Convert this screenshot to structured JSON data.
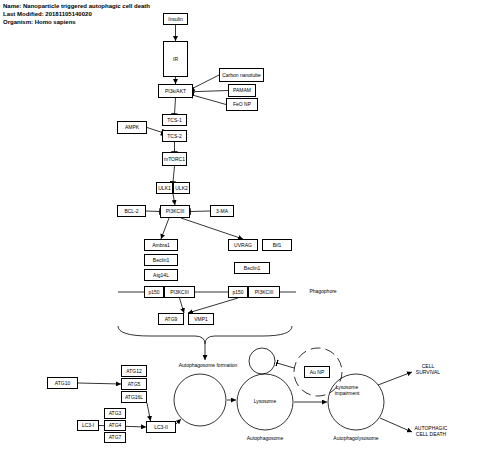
{
  "diagram": {
    "nodes": [
      {
        "text": [
          "Insulin"
        ]
      },
      {
        "text": [
          "IR"
        ]
      },
      {
        "text": [
          "PI3k/AKT"
        ]
      },
      {
        "text": [
          "Carbon nanotube"
        ]
      },
      {
        "text": [
          "PAMAM"
        ]
      },
      {
        "text": [
          "FeO NP"
        ]
      },
      {
        "text": [
          "AMPK"
        ]
      },
      {
        "text": [
          "TCS-1"
        ]
      },
      {
        "text": [
          "TCS-2"
        ]
      },
      {
        "text": [
          "mTORC1"
        ]
      },
      {
        "text": [
          "ULK1"
        ]
      },
      {
        "text": [
          "ULK2"
        ]
      },
      {
        "text": [
          "BCL-2"
        ]
      },
      {
        "text": [
          "PI3KCIII"
        ]
      },
      {
        "text": [
          "3-MA"
        ]
      },
      {
        "text": [
          "Ambra1"
        ]
      },
      {
        "text": [
          "Beclin1"
        ]
      },
      {
        "text": [
          "Atg14L"
        ]
      },
      {
        "text": [
          "p150"
        ]
      },
      {
        "text": [
          "PI3KCIII"
        ]
      },
      {
        "text": [
          "UVRAG"
        ]
      },
      {
        "text": [
          "Bif1"
        ]
      },
      {
        "text": [
          "Beclin1"
        ]
      },
      {
        "text": [
          "p150"
        ]
      },
      {
        "text": [
          "PI3KCIII"
        ]
      },
      {
        "text": [
          "ATG9"
        ]
      },
      {
        "text": [
          "VMP1"
        ]
      },
      {
        "text": [
          "Au NP"
        ]
      },
      {
        "text": [
          "ATG12"
        ]
      },
      {
        "text": [
          "ATG10"
        ]
      },
      {
        "text": [
          "ATG5"
        ]
      },
      {
        "text": [
          "ATG16L"
        ]
      },
      {
        "text": [
          "ATG3"
        ]
      },
      {
        "text": [
          "LC3-I"
        ]
      },
      {
        "text": [
          "ATG4"
        ]
      },
      {
        "text": [
          "ATG7"
        ]
      },
      {
        "text": [
          "LC3-II"
        ]
      }
    ],
    "edges": [
      {
        "from": 0,
        "to": 1,
        "arrow": "to"
      },
      {
        "from": 1,
        "to": 2,
        "arrow": "to"
      },
      {
        "from": 3,
        "to": 2,
        "arrow": "to"
      },
      {
        "from": 4,
        "to": 2,
        "arrow": "to"
      },
      {
        "from": 5,
        "to": 2,
        "arrow": "to"
      },
      {
        "from": 2,
        "to": 7,
        "arrow": "to"
      },
      {
        "from": 6,
        "to": 8,
        "arrow": "to"
      },
      {
        "from": 8,
        "to": 9,
        "arrow": "to"
      },
      {
        "from": 9,
        "to": 10,
        "arrow": "to"
      },
      {
        "from": 10,
        "to": 13,
        "arrow": "to"
      },
      {
        "from": 12,
        "to": 13,
        "arrow": "to"
      },
      {
        "from": 14,
        "to": 13,
        "arrow": "to"
      },
      {
        "from": 13,
        "to": 15,
        "arrow": "to"
      },
      {
        "from": 13,
        "to": 20,
        "arrow": "to"
      },
      {
        "from": 19,
        "to": 25,
        "arrow": "to"
      },
      {
        "from": 23,
        "to": 26,
        "arrow": "to"
      },
      {
        "from": 29,
        "to": 30,
        "arrow": "to"
      },
      {
        "from": 33,
        "to": 36,
        "arrow": "to"
      },
      {
        "from": 31,
        "to": 36,
        "arrow": "to"
      }
    ],
    "labels": [
      "Name: Nanoparticle triggered autophagic cell death",
      "Last Modified: 20181105140020",
      "Organism: Homo sapiens",
      "Phagophore",
      "Autophagosome formation",
      "Lysosome impairment",
      "Lysosome",
      "Autophagosome",
      "Autophagolysosome",
      "CELL SURVIVAL",
      "AUTOPHAGIC CELL DEATH"
    ]
  }
}
